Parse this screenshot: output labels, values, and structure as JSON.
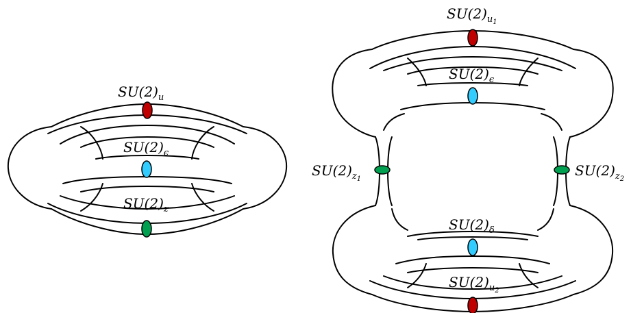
{
  "colors": {
    "red": "#c00000",
    "cyan": "#33ccff",
    "green": "#00a050"
  },
  "left_diagram": {
    "label_u": {
      "main": "SU(2)",
      "sub": "u"
    },
    "label_eps": {
      "main": "SU(2)",
      "sub": "ϵ"
    },
    "label_z": {
      "main": "SU(2)",
      "sub": "z"
    }
  },
  "right_diagram": {
    "label_u1": {
      "main": "SU(2)",
      "sub": "u",
      "subsub": "1"
    },
    "label_eps": {
      "main": "SU(2)",
      "sub": "ϵ"
    },
    "label_z1": {
      "main": "SU(2)",
      "sub": "z",
      "subsub": "1"
    },
    "label_z2": {
      "main": "SU(2)",
      "sub": "z",
      "subsub": "2"
    },
    "label_delta": {
      "main": "SU(2)",
      "sub": "δ"
    },
    "label_u2": {
      "main": "SU(2)",
      "sub": "u",
      "subsub": "2"
    }
  }
}
